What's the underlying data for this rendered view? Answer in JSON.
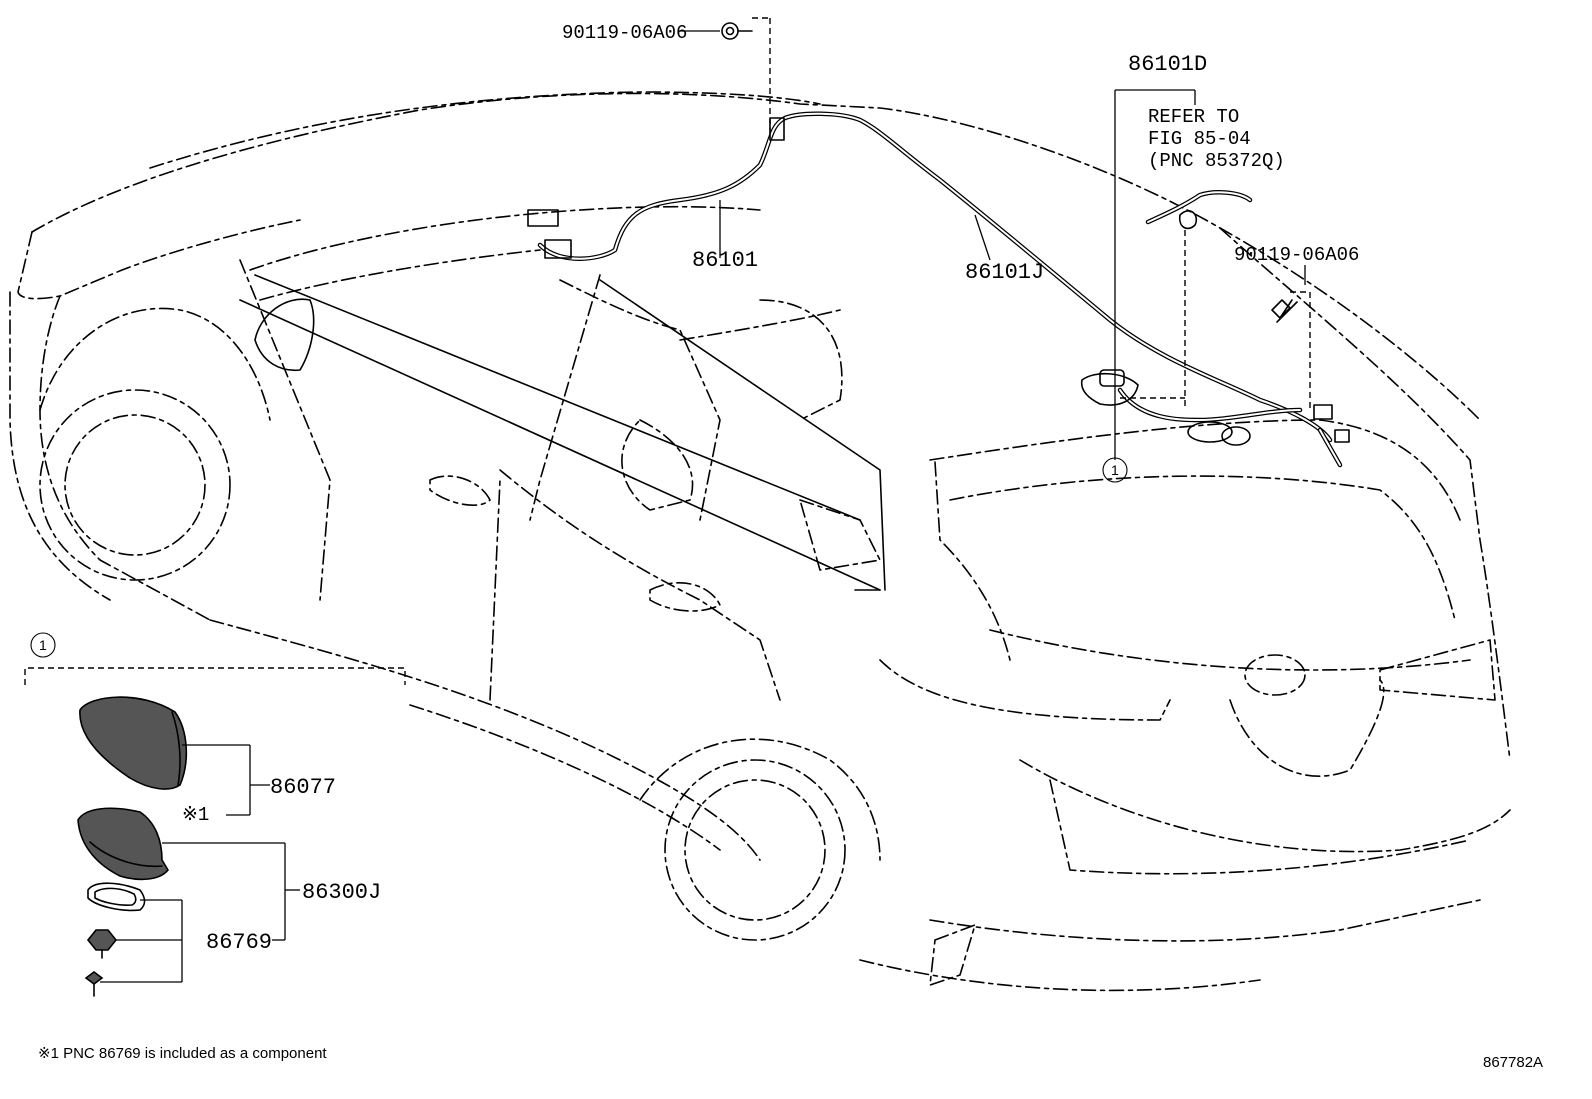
{
  "diagram": {
    "callouts": {
      "bolt_top": "90119-06A06",
      "cable_main": "86101",
      "cable_d": "86101D",
      "refer_line1": "REFER TO",
      "refer_line2": "FIG 85-04",
      "refer_line3": "(PNC 85372Q)",
      "cable_j": "86101J",
      "bolt_right": "90119-06A06",
      "cover": "86077",
      "antenna": "86300J",
      "pad_nut": "86769",
      "note_mark": "※1"
    },
    "reference_circle": "1",
    "inset_circle": "1",
    "cable_circle": "1",
    "footnote": "※1 PNC 86769 is included as a component",
    "figure_id": "867782A"
  }
}
